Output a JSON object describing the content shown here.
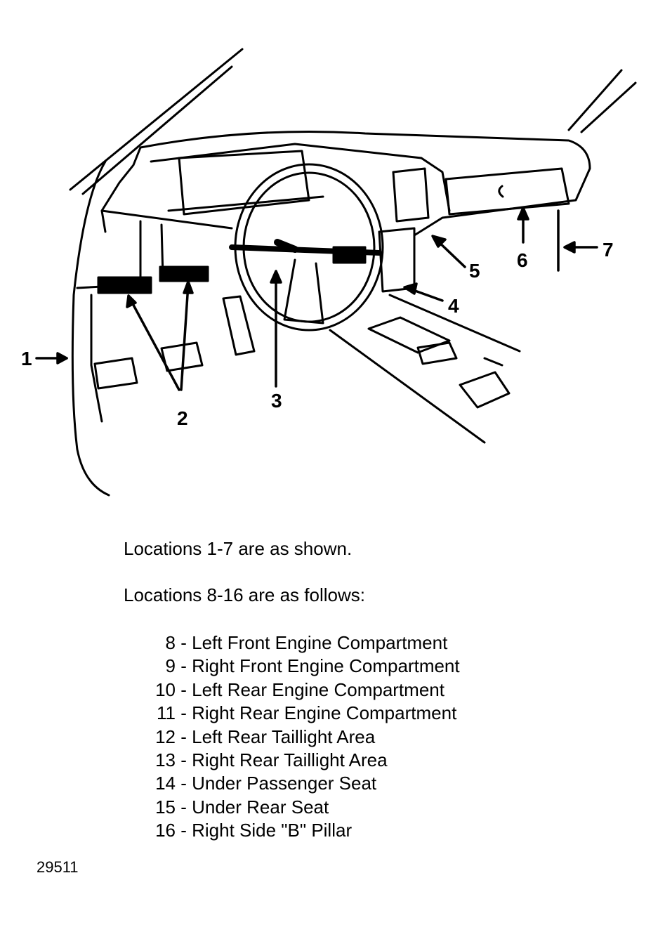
{
  "callouts": {
    "c1": "1",
    "c2": "2",
    "c3": "3",
    "c4": "4",
    "c5": "5",
    "c6": "6",
    "c7": "7"
  },
  "caption": {
    "line1": "Locations 1-7 are as shown.",
    "line2": "Locations 8-16 are as follows:"
  },
  "locations": [
    {
      "num": "8",
      "desc": "Left Front Engine Compartment"
    },
    {
      "num": "9",
      "desc": "Right Front Engine Compartment"
    },
    {
      "num": "10",
      "desc": "Left Rear Engine Compartment"
    },
    {
      "num": "11",
      "desc": "Right Rear Engine Compartment"
    },
    {
      "num": "12",
      "desc": "Left Rear Taillight Area"
    },
    {
      "num": "13",
      "desc": "Right Rear Taillight Area"
    },
    {
      "num": "14",
      "desc": "Under Passenger Seat"
    },
    {
      "num": "15",
      "desc": "Under Rear Seat"
    },
    {
      "num": "16",
      "desc": "Right Side \"B\" Pillar"
    }
  ],
  "catalog_number": "29511"
}
